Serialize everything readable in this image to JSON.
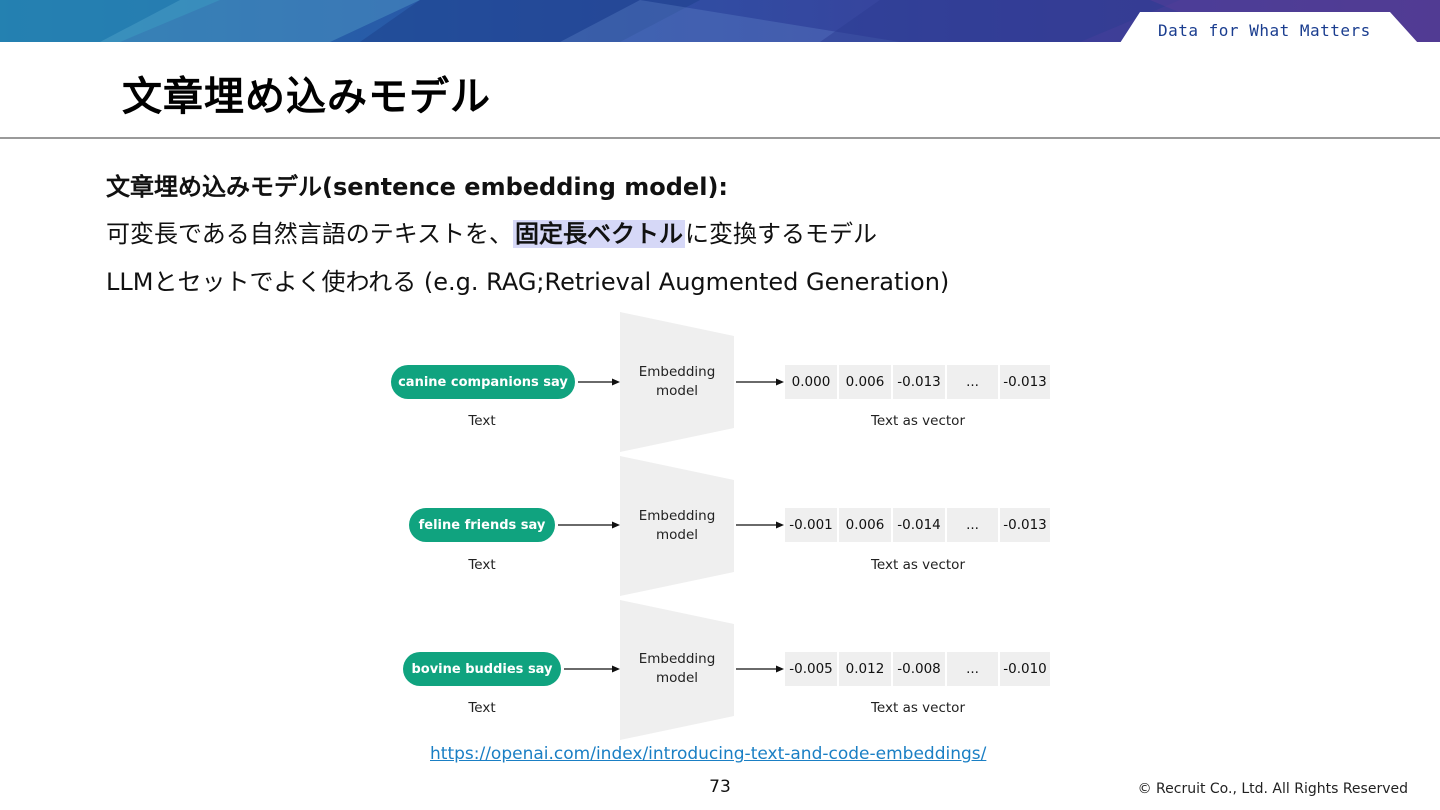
{
  "header": {
    "tagline": "Data for What Matters"
  },
  "slide": {
    "title": "文章埋め込みモデル",
    "line1": "文章埋め込みモデル(sentence embedding model):",
    "line2_pre": "可変長である自然言語のテキストを、",
    "line2_highlight": "固定長ベクトル",
    "line2_post": "に変換するモデル",
    "line3": "LLMとセットでよく使われる (e.g. RAG;Retrieval Augmented Generation)"
  },
  "diagram": {
    "model_label_line1": "Embedding",
    "model_label_line2": "model",
    "text_caption": "Text",
    "vector_caption": "Text as vector",
    "rows": [
      {
        "input": "canine companions say",
        "vector": [
          "0.000",
          "0.006",
          "-0.013",
          "...",
          "-0.013"
        ]
      },
      {
        "input": "feline friends say",
        "vector": [
          "-0.001",
          "0.006",
          "-0.014",
          "...",
          "-0.013"
        ]
      },
      {
        "input": "bovine buddies say",
        "vector": [
          "-0.005",
          "0.012",
          "-0.008",
          "...",
          "-0.010"
        ]
      }
    ]
  },
  "footer": {
    "link": "https://openai.com/index/introducing-text-and-code-embeddings/",
    "page_number": "73",
    "copyright": "© Recruit Co., Ltd. All Rights Reserved"
  },
  "colors": {
    "accent_green": "#10a37f",
    "highlight": "#d6d8f7",
    "link": "#1a7fc4",
    "banner_dark": "#1b3f8f"
  }
}
